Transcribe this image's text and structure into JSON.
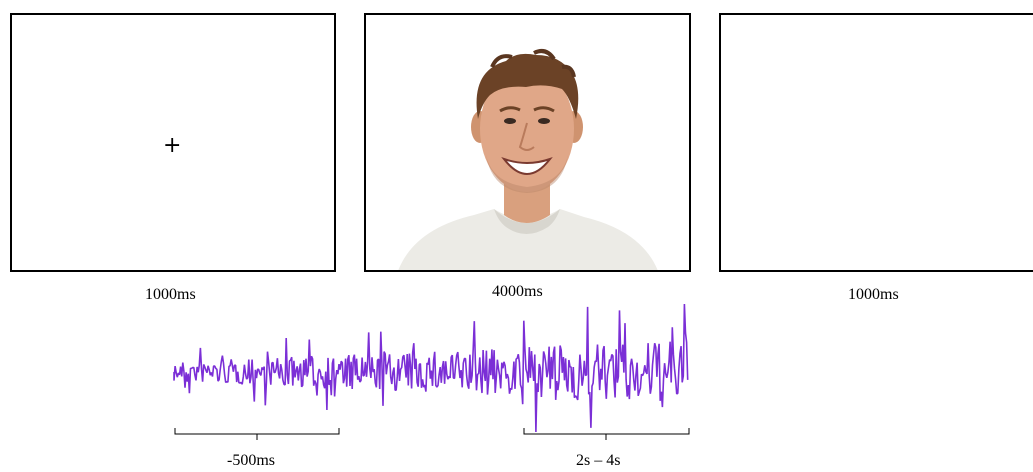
{
  "trial_sequence": [
    {
      "stimulus": "fixation-cross",
      "symbol": "+",
      "duration": "1000ms"
    },
    {
      "stimulus": "face-photo",
      "duration": "4000ms"
    },
    {
      "stimulus": "blank-screen",
      "duration": "1000ms"
    }
  ],
  "eeg": {
    "trace_color": "#7b2fd6",
    "windows": [
      {
        "label": "-500ms"
      },
      {
        "label": "2s – 4s"
      }
    ]
  }
}
